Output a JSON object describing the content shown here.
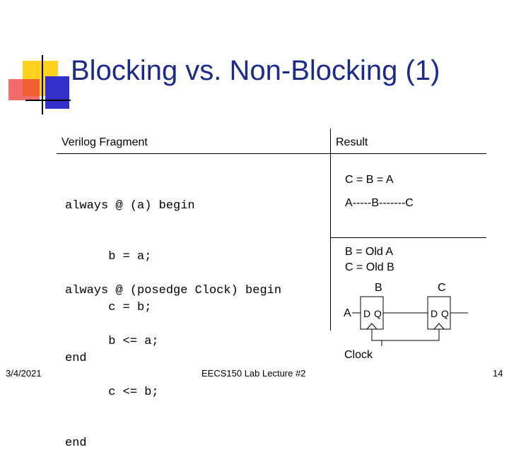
{
  "slide": {
    "title": "Blocking vs. Non-Blocking (1)",
    "colors": {
      "title": "#1c2a8c",
      "deco_yellow": "#ffd21f",
      "deco_red": "#ee3b3b",
      "deco_blue": "#3131c9"
    }
  },
  "table": {
    "headers": {
      "fragment": "Verilog Fragment",
      "result": "Result"
    },
    "rows": [
      {
        "code": [
          "always @ (a) begin",
          "      b = a;",
          "      c = b;",
          "end"
        ],
        "result": [
          "C = B = A",
          "A-----B-------C"
        ]
      },
      {
        "code": [
          "always @ (posedge Clock) begin",
          "      b <= a;",
          "      c <= b;",
          "end"
        ],
        "result": [
          "B = Old A",
          "C = Old B"
        ],
        "diagram": {
          "label_b": "B",
          "label_c": "C",
          "input_a": "A",
          "ff1": {
            "d": "D",
            "q": "Q"
          },
          "ff2": {
            "d": "D",
            "q": "Q"
          },
          "clock": "Clock"
        }
      }
    ]
  },
  "footer": {
    "date": "3/4/2021",
    "center": "EECS150 Lab Lecture #2",
    "page": "14"
  }
}
